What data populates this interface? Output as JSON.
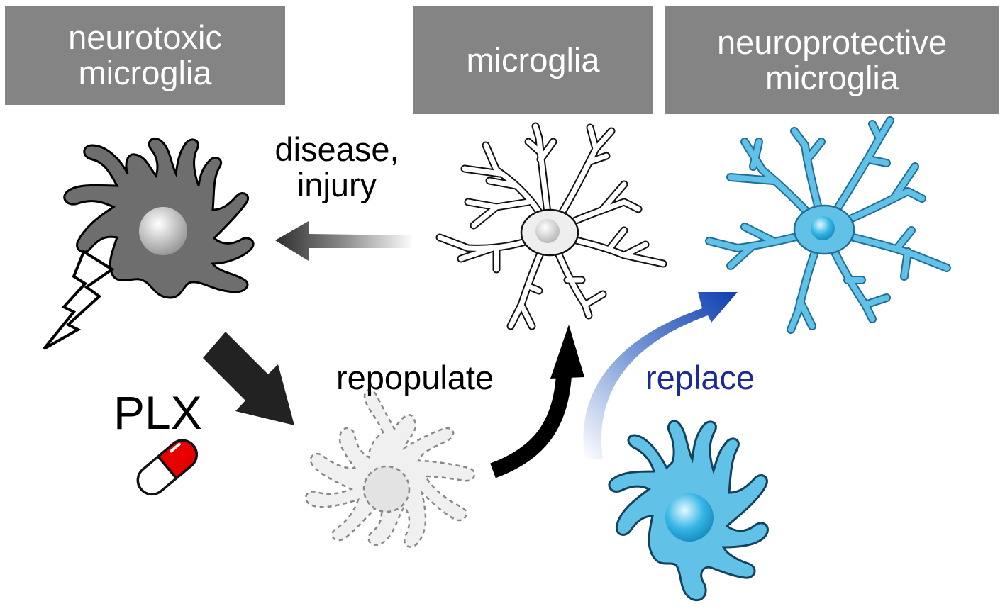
{
  "headers": {
    "neurotoxic": [
      "neurotoxic",
      "microglia"
    ],
    "microglia": [
      "microglia"
    ],
    "neuroprotective": [
      "neuroprotective",
      "microglia"
    ]
  },
  "labels": {
    "disease_line1": "disease,",
    "disease_line2": "injury",
    "repopulate": "repopulate",
    "replace": "replace",
    "plx": "PLX"
  },
  "colors": {
    "header_bg": "#848484",
    "neurotoxic_cell": "#6e6e6e",
    "neuroprotective_cell": "#62c1e6",
    "replace_text": "#1b2a9a",
    "pill_red": "#e60000"
  },
  "icons": [
    "lightning-bolt-icon",
    "pill-icon"
  ]
}
